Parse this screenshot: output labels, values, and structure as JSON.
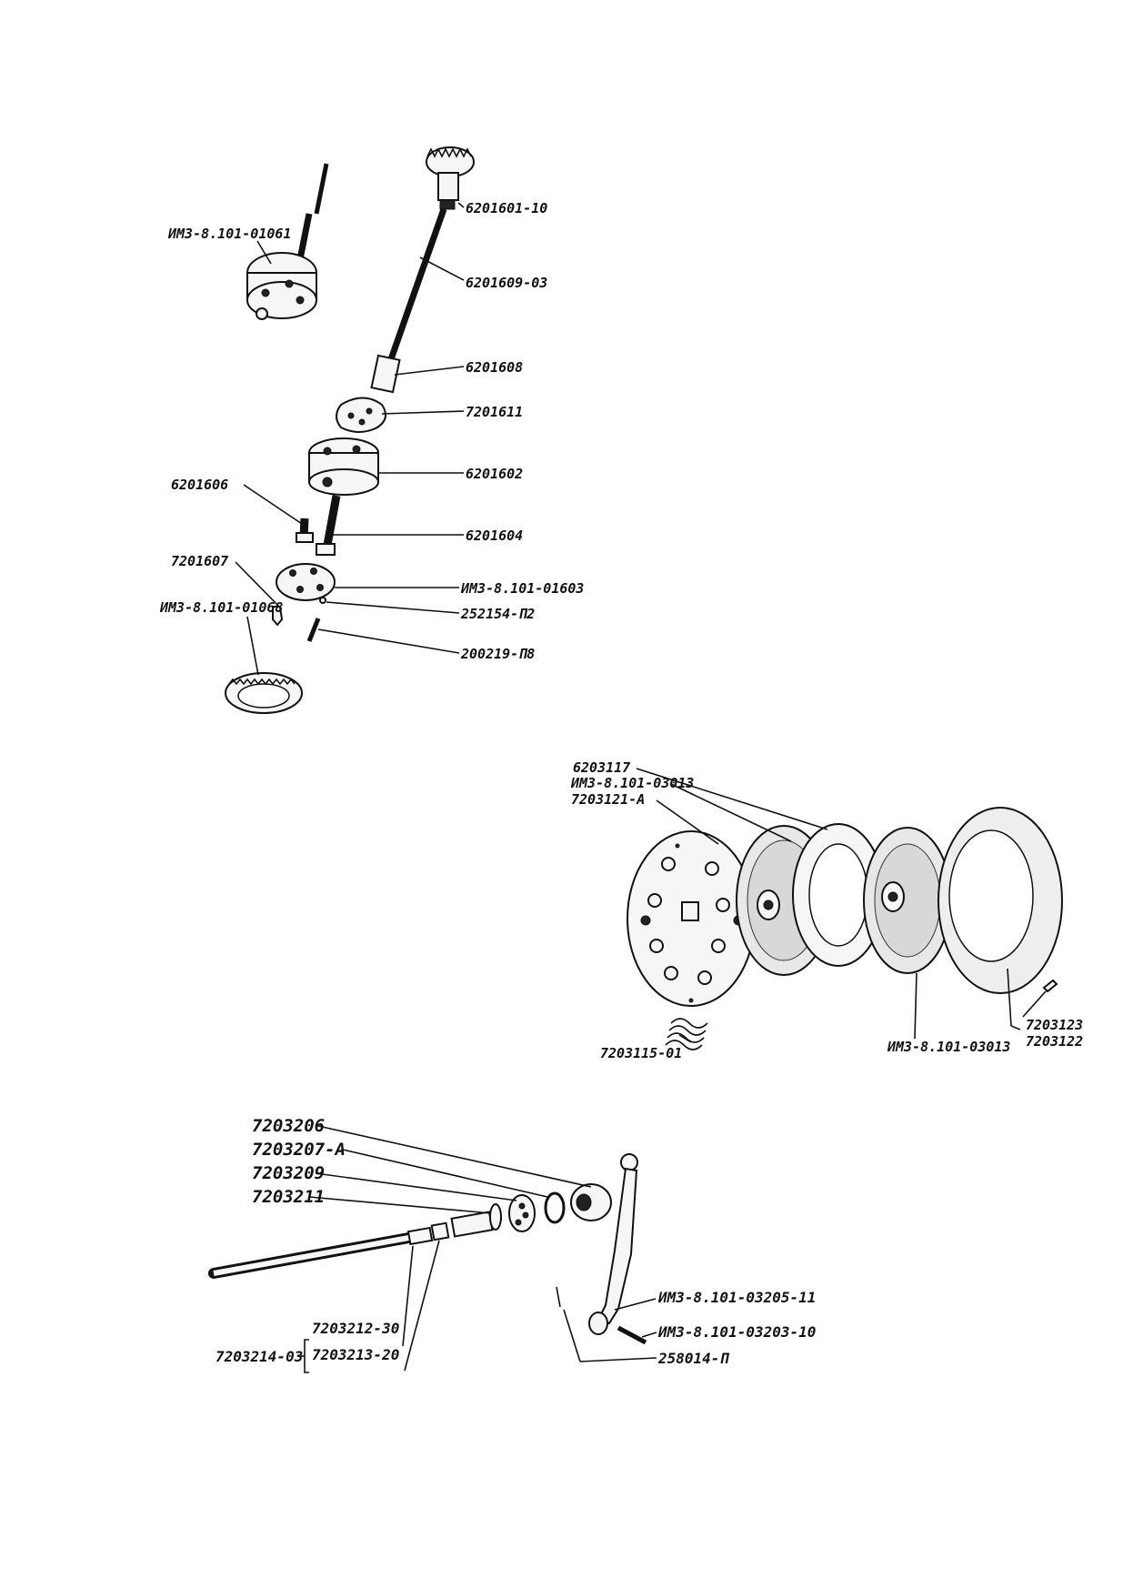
{
  "pump_assembly": {
    "labels": {
      "pump_housing_top": "ИМЗ-8.101-01061",
      "gear": "6201601-10",
      "shaft": "6201609-03",
      "sleeve": "6201608",
      "gasket": "7201611",
      "pump_body": "6201602",
      "pin_left": "6201606",
      "pin_right": "6201604",
      "plug": "7201607",
      "plate": "ИМЗ-8.101-01603",
      "ring_gear": "ИМЗ-8.101-01068",
      "washer": "252154-П2",
      "screw": "200219-П8"
    }
  },
  "clutch_assembly": {
    "labels": {
      "ring_top": "6203117",
      "disc_friction_top": "ИМЗ-8.101-03013",
      "pressure_plate": "7203121-А",
      "spring": "7203115-01",
      "disc_friction_bottom": "ИМЗ-8.101-03013",
      "screw": "7203123",
      "cover_plate": "7203122"
    }
  },
  "release_assembly": {
    "labels": {
      "bearing_housing": "7203206",
      "bearing_ring": "7203207-А",
      "bearing": "7203209",
      "bushing": "7203211",
      "group": "7203214-03",
      "rod_part_a": "7203212-30",
      "rod_part_b": "7203213-20",
      "lever": "ИМЗ-8.101-03205-11",
      "lever_pin": "ИМЗ-8.101-03203-10",
      "cotter": "258014-П"
    }
  }
}
